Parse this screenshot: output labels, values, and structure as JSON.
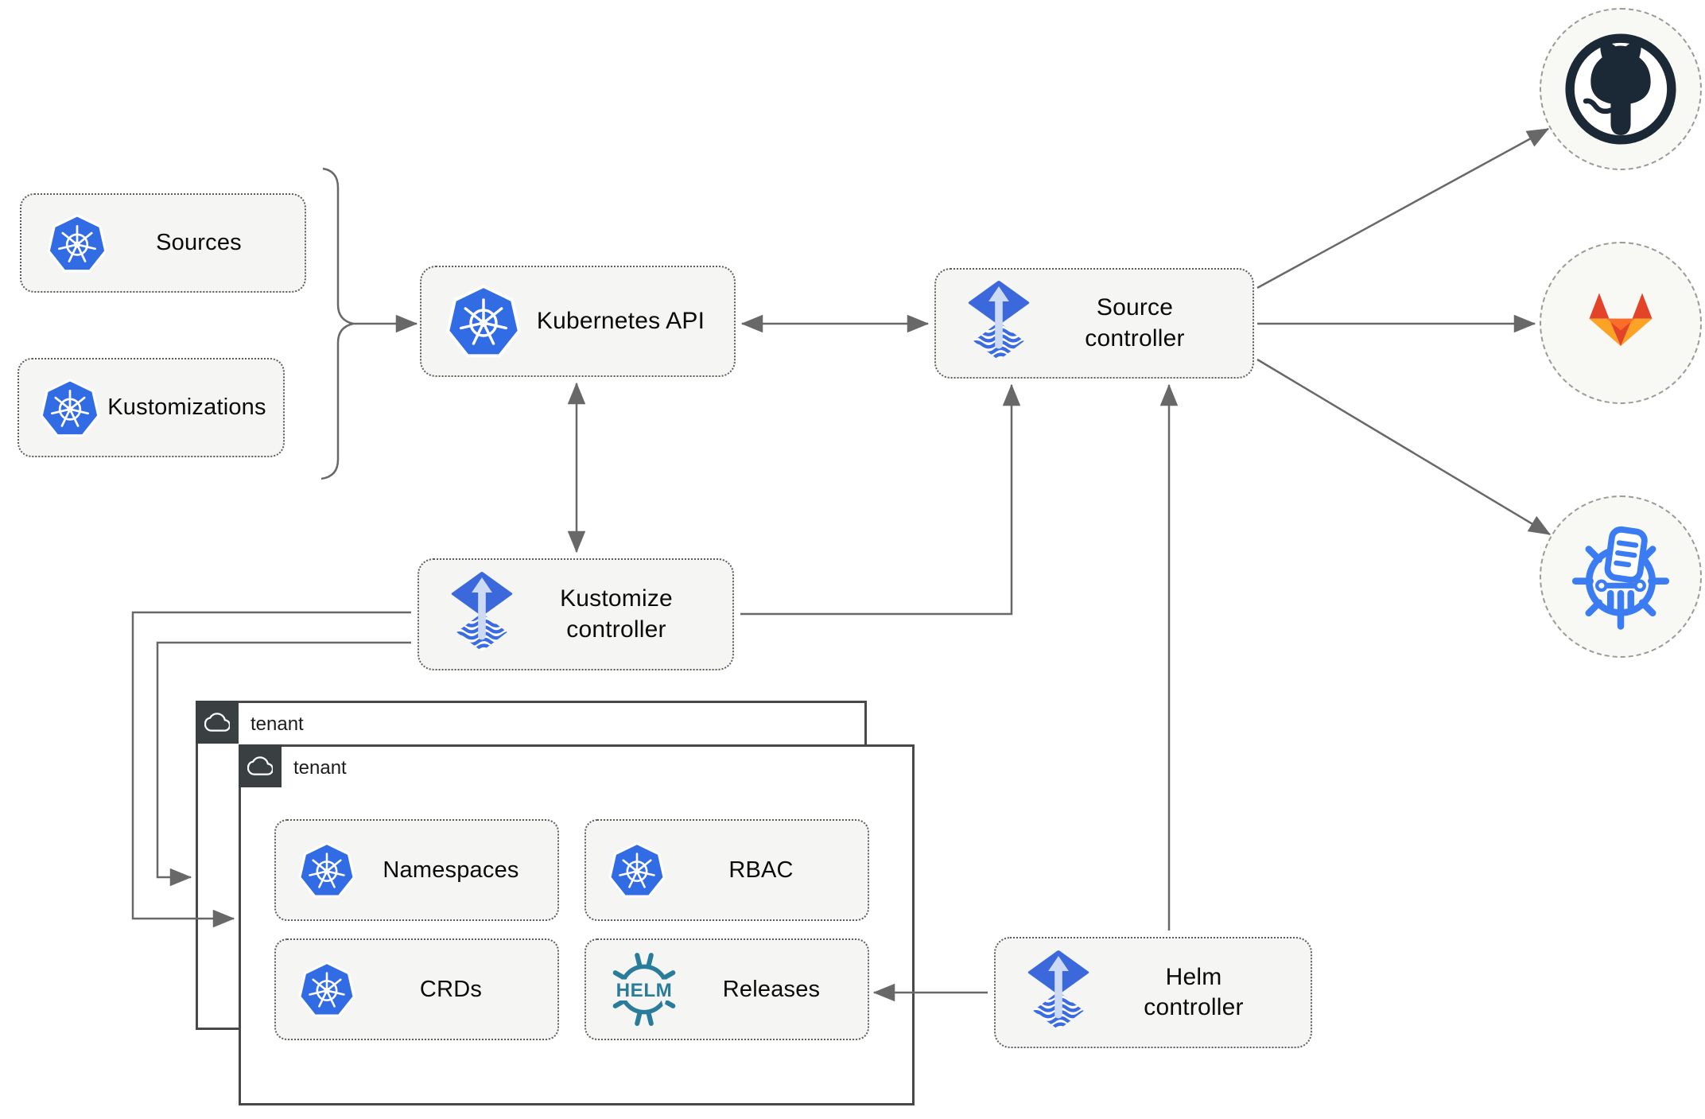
{
  "diagram_type": "flux-gitops-architecture",
  "nodes": {
    "sources": {
      "label": "Sources",
      "icon": "kubernetes-icon"
    },
    "kustomizations": {
      "label": "Kustomizations",
      "icon": "kubernetes-icon"
    },
    "kubernetes_api": {
      "label": "Kubernetes API",
      "icon": "kubernetes-icon"
    },
    "source_controller": {
      "label_line1": "Source",
      "label_line2": "controller",
      "icon": "flux-icon"
    },
    "kustomize_controller": {
      "label_line1": "Kustomize",
      "label_line2": "controller",
      "icon": "flux-icon"
    },
    "helm_controller": {
      "label_line1": "Helm",
      "label_line2": "controller",
      "icon": "flux-icon"
    },
    "tenant_back": {
      "label": "tenant",
      "icon": "cloud-icon"
    },
    "tenant_front": {
      "label": "tenant",
      "icon": "cloud-icon"
    },
    "namespaces": {
      "label": "Namespaces",
      "icon": "kubernetes-icon"
    },
    "rbac": {
      "label": "RBAC",
      "icon": "kubernetes-icon"
    },
    "crds": {
      "label": "CRDs",
      "icon": "kubernetes-icon"
    },
    "releases": {
      "label": "Releases",
      "icon": "helm-icon",
      "helm_logo_text": "HELM"
    }
  },
  "endpoints": {
    "github": {
      "icon": "github-icon"
    },
    "gitlab": {
      "icon": "gitlab-icon"
    },
    "helm_repository": {
      "icon": "chartmuseum-icon"
    }
  },
  "edges": [
    {
      "from": "sources+kustomizations",
      "to": "kubernetes-api",
      "arrows": "end"
    },
    {
      "from": "kubernetes-api",
      "to": "source-controller",
      "arrows": "both"
    },
    {
      "from": "kubernetes-api",
      "to": "kustomize-controller",
      "arrows": "both"
    },
    {
      "from": "kustomize-controller",
      "to": "source-controller",
      "arrows": "end"
    },
    {
      "from": "helm-controller",
      "to": "source-controller",
      "arrows": "end"
    },
    {
      "from": "helm-controller",
      "to": "releases",
      "arrows": "end"
    },
    {
      "from": "kustomize-controller",
      "to": "tenant-front",
      "arrows": "end"
    },
    {
      "from": "kustomize-controller",
      "to": "tenant-back",
      "arrows": "end"
    },
    {
      "from": "source-controller",
      "to": "github",
      "arrows": "end"
    },
    {
      "from": "source-controller",
      "to": "gitlab",
      "arrows": "end"
    },
    {
      "from": "source-controller",
      "to": "helm-repository",
      "arrows": "end"
    }
  ],
  "colors": {
    "kubernetes_blue": "#326CE5",
    "flux_blue": "#3B68DB",
    "flux_wave_blue": "#3B6BE0",
    "flux_arrow_light": "#CDDAF4",
    "helm_teal": "#2A7C9B",
    "github_dark": "#1B2836",
    "gitlab_red_orange": "#E24329",
    "gitlab_orange": "#FC6D26",
    "gitlab_light_orange": "#FCA326",
    "chartmuseum_blue": "#3B7CF2",
    "connector_gray": "#686868",
    "node_fill": "#f5f5f4",
    "tenant_tab_dark": "#3a3f42"
  }
}
